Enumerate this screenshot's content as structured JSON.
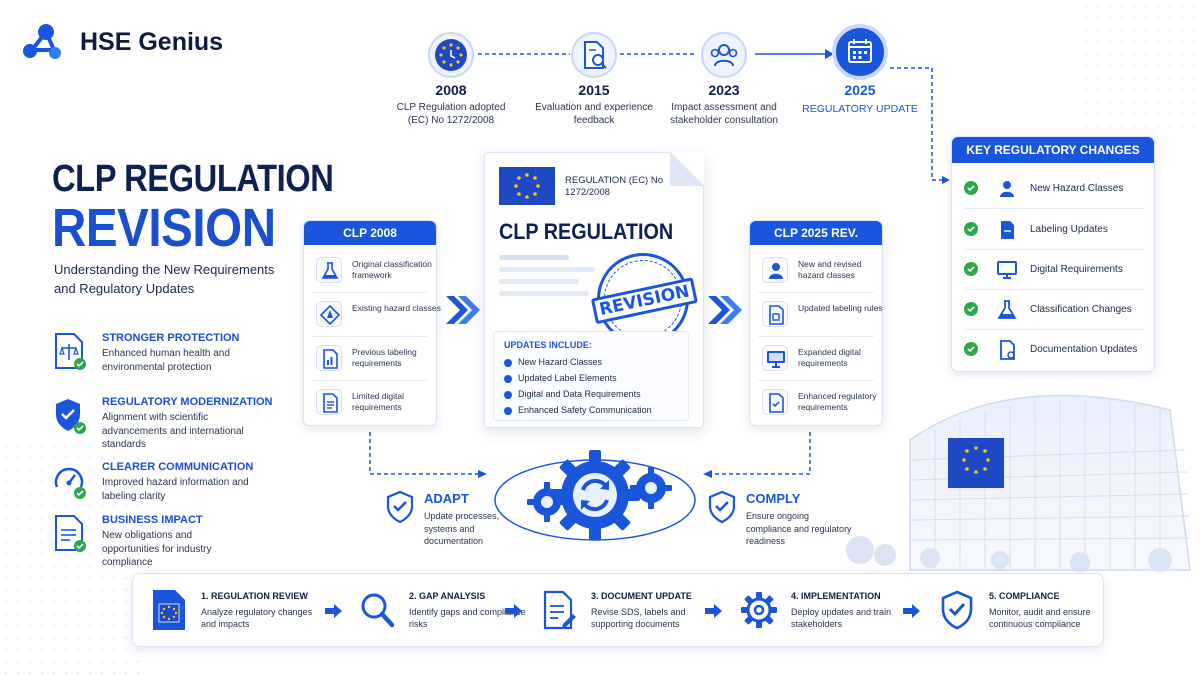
{
  "brand": {
    "name": "HSE Genius"
  },
  "title": {
    "line1": "CLP REGULATION",
    "line2": "REVISION",
    "subtitle": "Understanding the New Requirements and Regulatory Updates"
  },
  "benefits": [
    {
      "heading": "STRONGER PROTECTION",
      "text": "Enhanced human health and environmental protection"
    },
    {
      "heading": "REGULATORY MODERNIZATION",
      "text": "Alignment with scientific advancements and international standards"
    },
    {
      "heading": "CLEARER COMMUNICATION",
      "text": "Improved hazard information and labeling clarity"
    },
    {
      "heading": "BUSINESS IMPACT",
      "text": "New obligations and opportunities for industry compliance"
    }
  ],
  "timeline": [
    {
      "year": "2008",
      "text": "CLP Regulation adopted (EC) No 1272/2008"
    },
    {
      "year": "2015",
      "text": "Evaluation and experience feedback"
    },
    {
      "year": "2023",
      "text": "Impact assessment and stakeholder consultation"
    },
    {
      "year": "2025",
      "text": "REGULATORY UPDATE"
    }
  ],
  "clp2008": {
    "title": "CLP 2008",
    "items": [
      "Original classification framework",
      "Existing hazard classes",
      "Previous labeling requirements",
      "Limited digital requirements"
    ]
  },
  "document": {
    "reg_label": "REGULATION (EC) No 1272/2008",
    "title": "CLP REGULATION",
    "stamp": "REVISION",
    "updates_heading": "UPDATES INCLUDE:",
    "updates": [
      "New Hazard Classes",
      "Updated Label Elements",
      "Digital and Data Requirements",
      "Enhanced Safety Communication"
    ]
  },
  "clp2025": {
    "title": "CLP 2025 REV.",
    "items": [
      "New and revised hazard classes",
      "Updated labeling rules",
      "Expanded digital requirements",
      "Enhanced regulatory requirements"
    ]
  },
  "key_changes": {
    "title": "KEY REGULATORY CHANGES",
    "items": [
      "New Hazard Classes",
      "Labeling Updates",
      "Digital Requirements",
      "Classification Changes",
      "Documentation Updates"
    ]
  },
  "adapt": {
    "heading": "ADAPT",
    "text": "Update processes, systems and documentation"
  },
  "comply": {
    "heading": "COMPLY",
    "text": "Ensure ongoing compliance and regulatory readiness"
  },
  "steps": [
    {
      "heading": "1. REGULATION REVIEW",
      "text": "Analyze regulatory changes and impacts"
    },
    {
      "heading": "2. GAP ANALYSIS",
      "text": "Identify gaps and compliance risks"
    },
    {
      "heading": "3. DOCUMENT UPDATE",
      "text": "Revise SDS, labels and supporting documents"
    },
    {
      "heading": "4. IMPLEMENTATION",
      "text": "Deploy updates and train stakeholders"
    },
    {
      "heading": "5. COMPLIANCE",
      "text": "Monitor, audit and ensure continuous compliance"
    }
  ],
  "colors": {
    "primary": "#1a56db",
    "navy": "#0f2152",
    "check_green": "#2aa84a",
    "eu_blue": "#1f48c4",
    "eu_star": "#f5c518"
  }
}
